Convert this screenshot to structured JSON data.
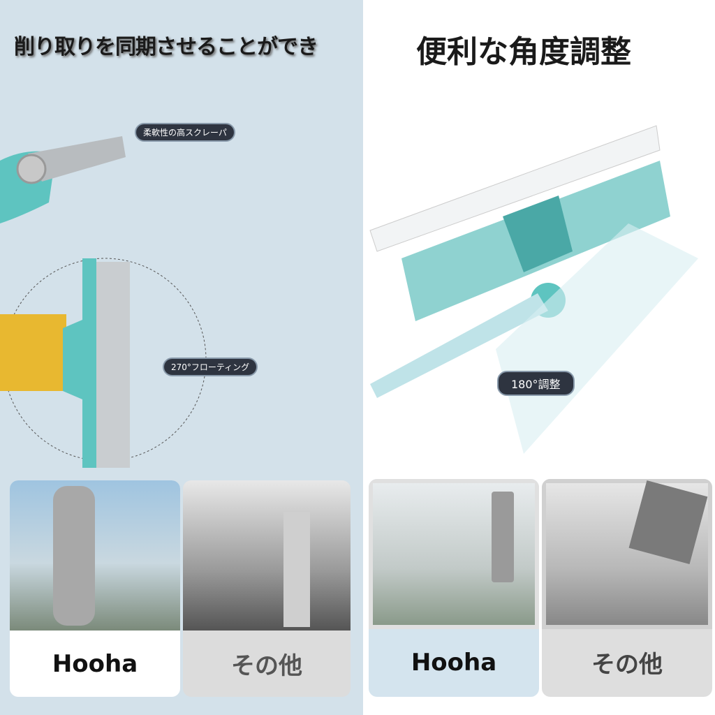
{
  "left_panel": {
    "title": "削り取りを同期させることができ",
    "callout_scraper": "柔軟性の高スクレーパ",
    "callout_floating": "270°フローティング",
    "compare": [
      {
        "label": "Hooha"
      },
      {
        "label": "その他"
      }
    ]
  },
  "right_panel": {
    "title": "便利な角度調整",
    "callout_angle": "180°調整",
    "compare": [
      {
        "label": "Hooha"
      },
      {
        "label": "その他"
      }
    ]
  },
  "colors": {
    "accent_teal": "#5ec4c0",
    "handle_yellow": "#e8b830",
    "left_bg": "#d3e1ea",
    "pill_dark": "#2e3440"
  }
}
